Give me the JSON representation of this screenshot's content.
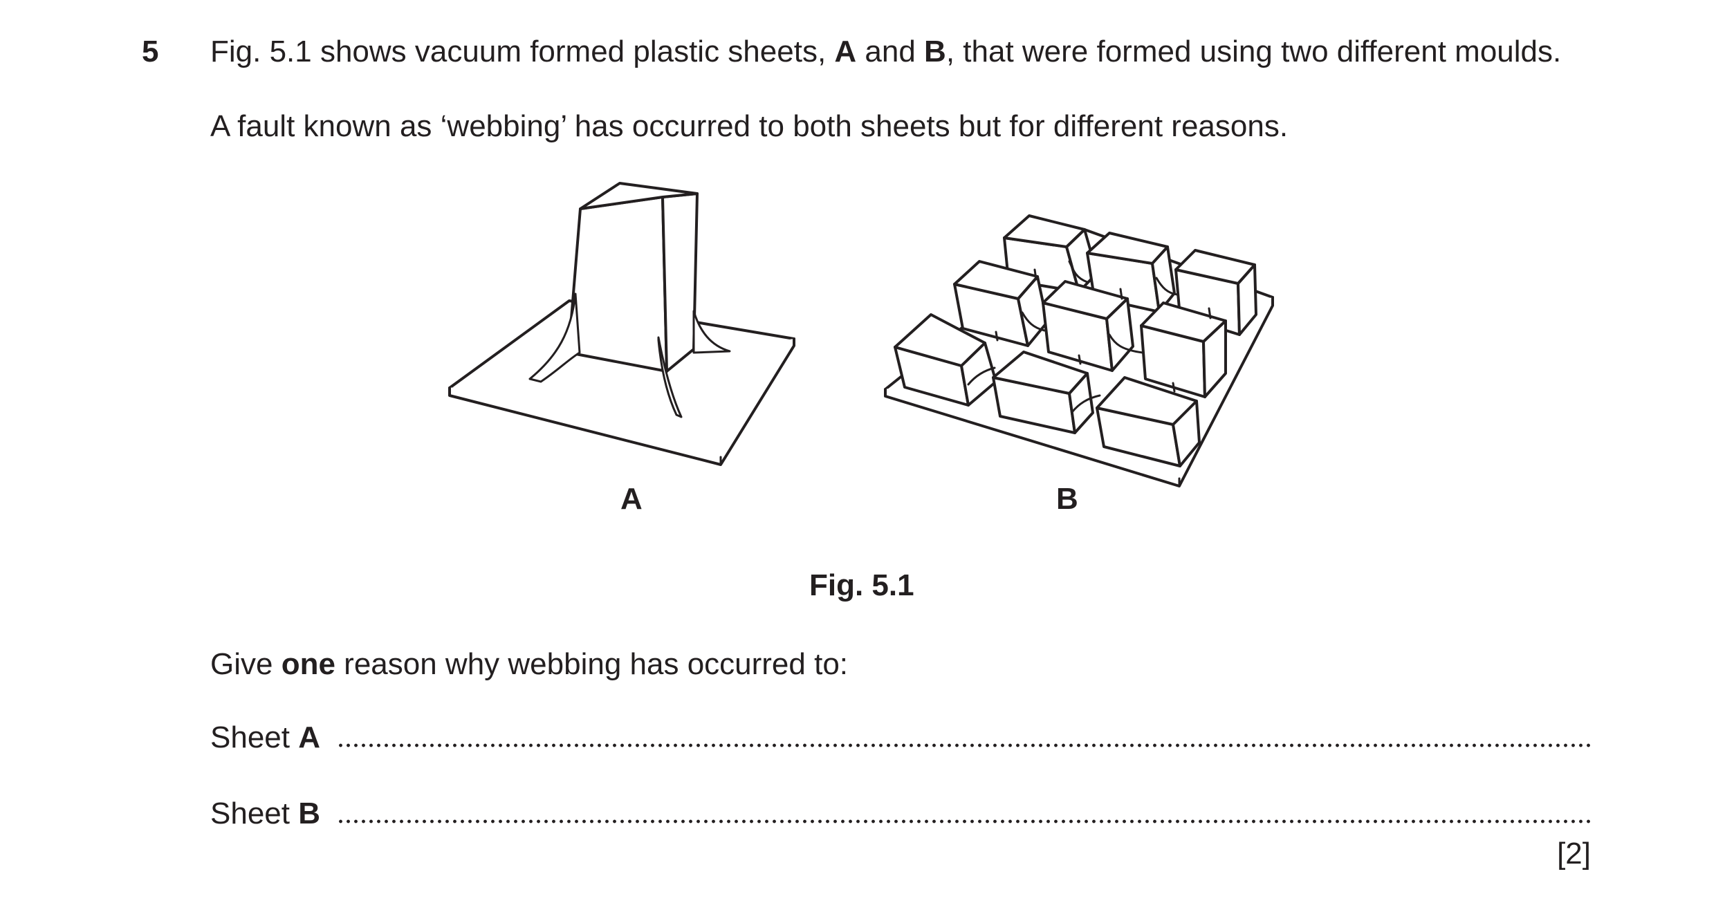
{
  "question": {
    "number": "5",
    "intro_1": "Fig. 5.1 shows vacuum formed plastic sheets, ",
    "sheet_a": "A",
    "intro_and": " and ",
    "sheet_b": "B",
    "intro_2": ", that were formed using two different moulds.",
    "fault_sentence": "A fault known as ‘webbing’ has occurred to both sheets but for different reasons."
  },
  "figure": {
    "label_a": "A",
    "label_b": "B",
    "caption": "Fig. 5.1"
  },
  "prompt": {
    "part_1": "Give ",
    "emphasis": "one",
    "part_2": " reason why webbing has occurred to:"
  },
  "answers": [
    {
      "prefix": "Sheet ",
      "letter": "A"
    },
    {
      "prefix": "Sheet ",
      "letter": "B"
    }
  ],
  "marks": "[2]"
}
